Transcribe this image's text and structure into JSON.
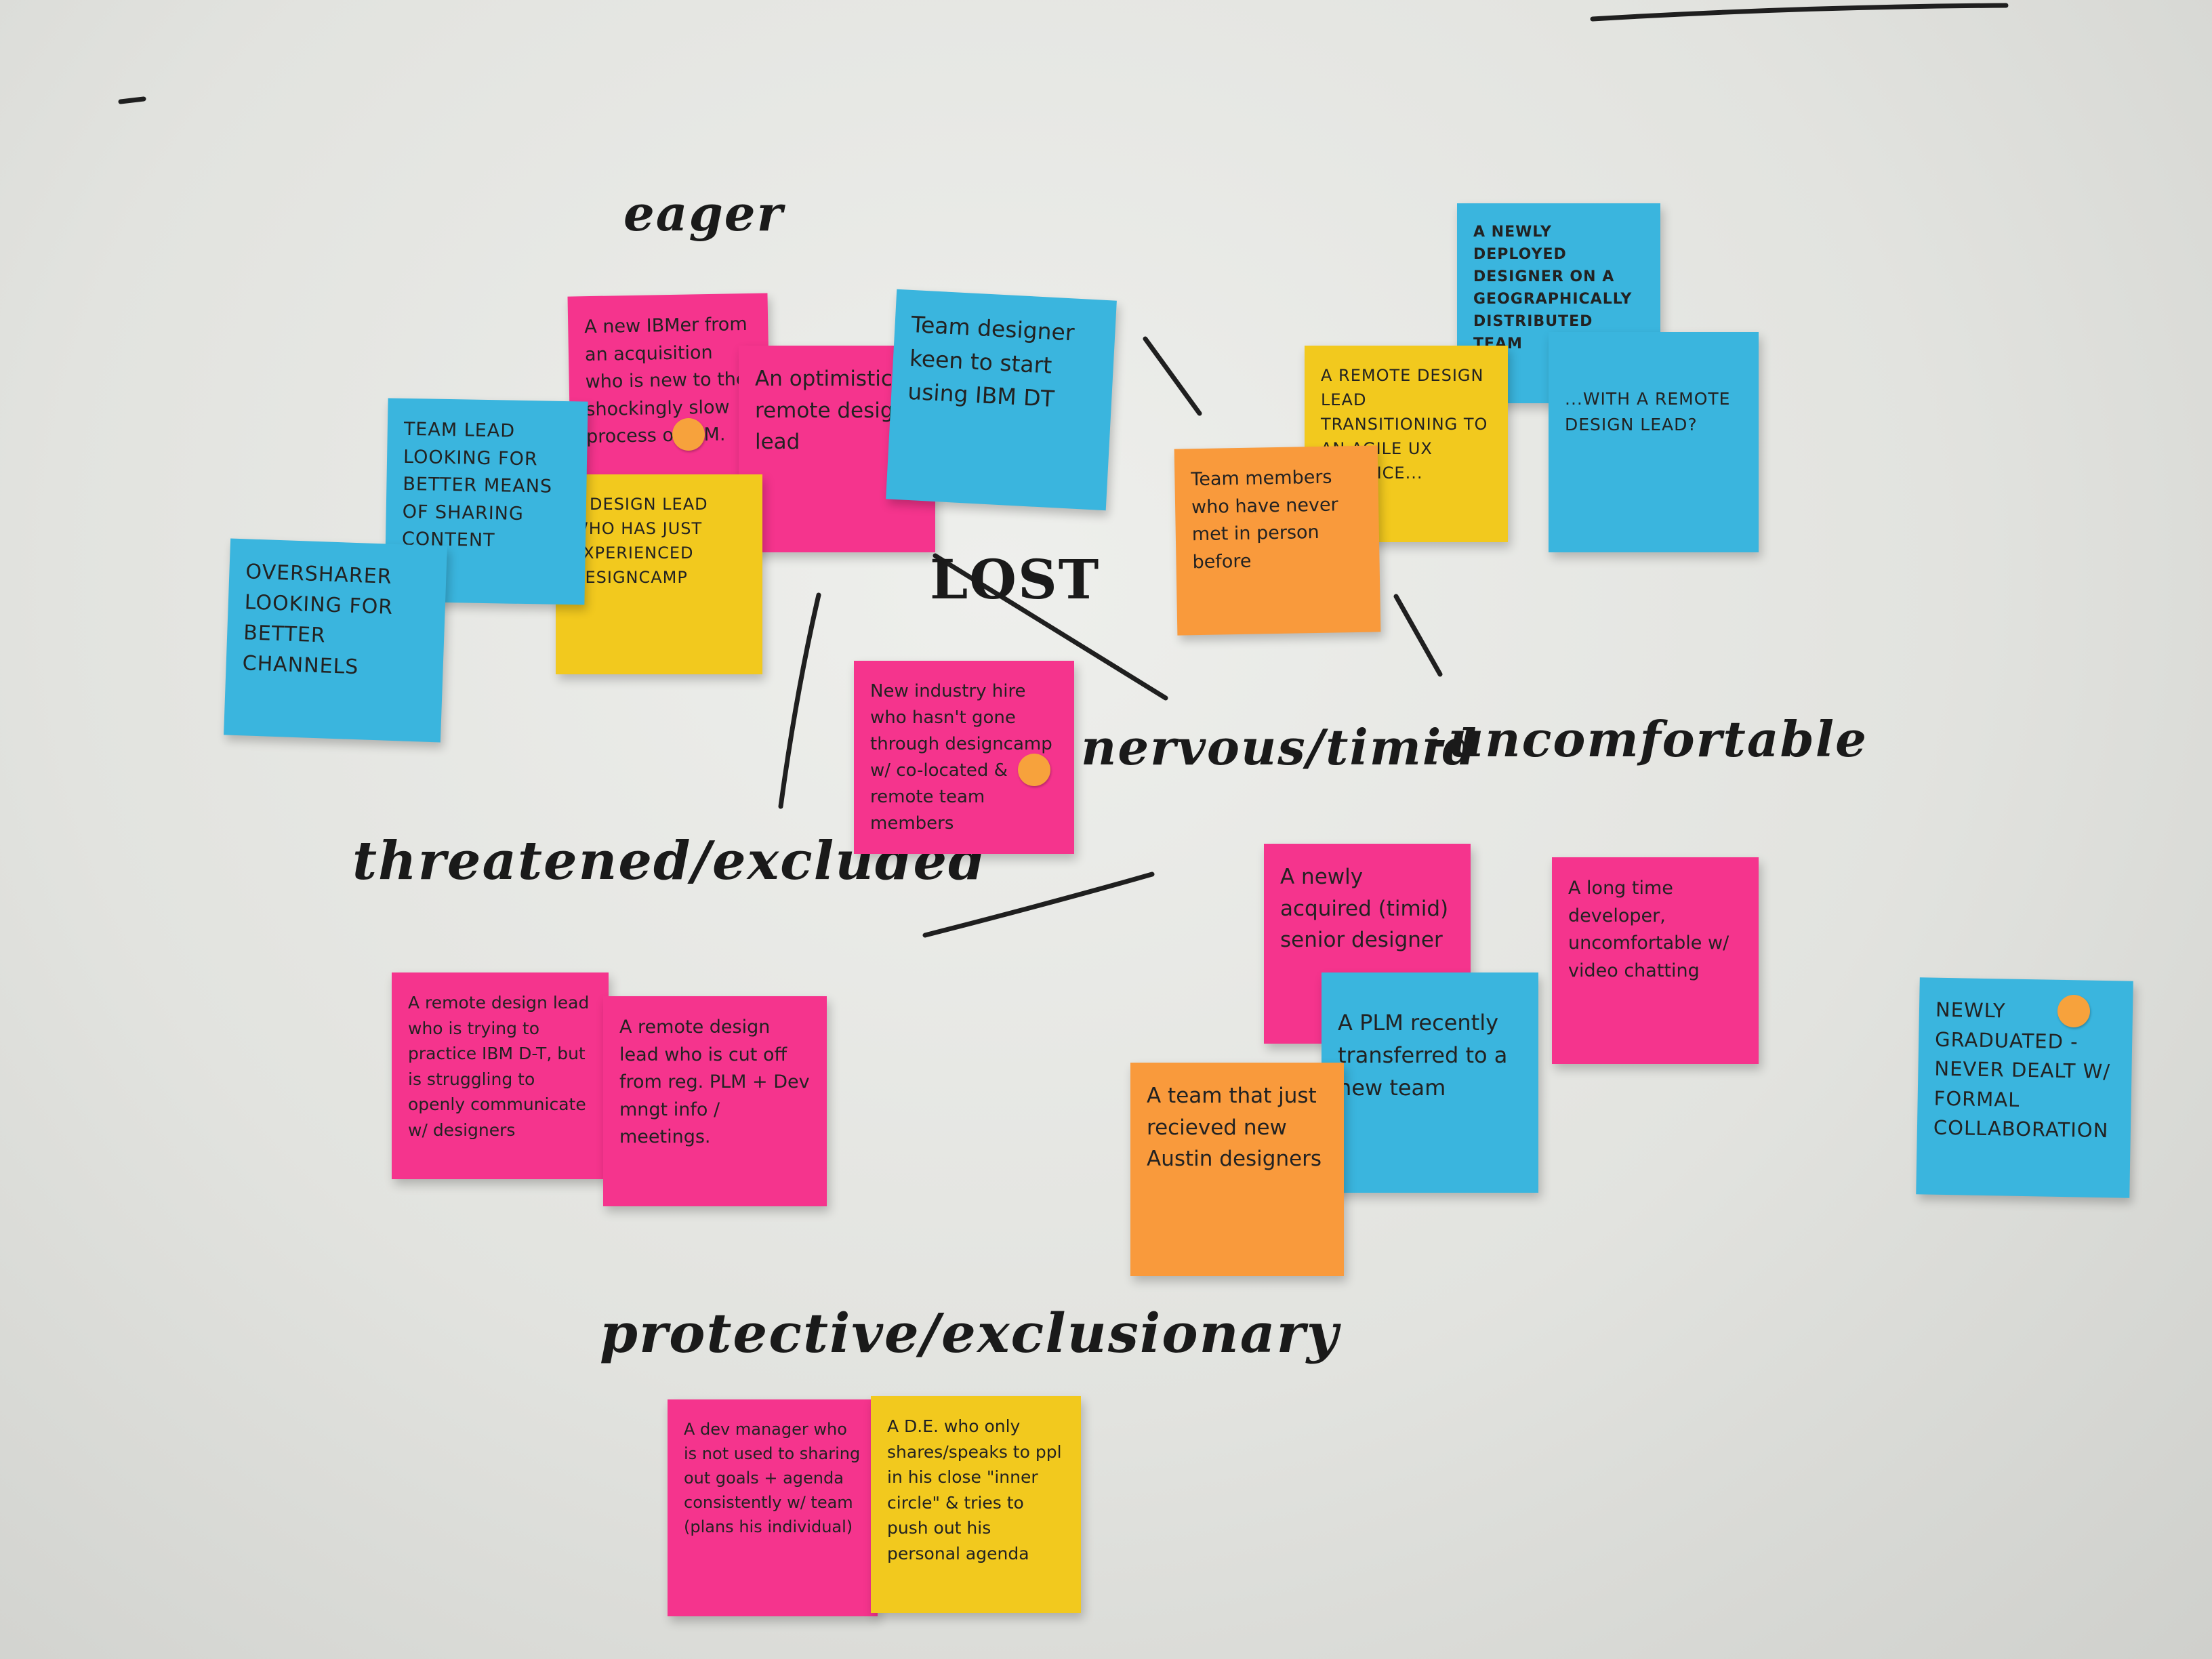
{
  "labels": {
    "eager": "eager",
    "lost": "LOST",
    "nervous_timid": "nervous/timid",
    "uncomfortable": "-uncomfortable",
    "threatened_excluded": "threatened/excluded",
    "protective_exclusionary": "protective/exclusionary"
  },
  "notes": [
    {
      "id": "n1",
      "color": "pink",
      "text": "A new IBMer from an acquisition who is new to the shockingly slow process of IBM."
    },
    {
      "id": "n2",
      "color": "pink",
      "text": "An optimistic remote design lead"
    },
    {
      "id": "n3",
      "color": "blue",
      "text": "Team designer keen to start using IBM DT"
    },
    {
      "id": "n4",
      "color": "blue",
      "text": "Team lead looking for better means of sharing content"
    },
    {
      "id": "n5",
      "color": "yellow",
      "text": "A design lead who has just experienced designcamp"
    },
    {
      "id": "n6",
      "color": "blue",
      "text": "Oversharer looking for better channels"
    },
    {
      "id": "n7",
      "color": "blue",
      "text": "A newly deployed designer on a geographically distributed team"
    },
    {
      "id": "n8",
      "color": "yellow",
      "text": "A remote design lead transitioning to an agile UX practice..."
    },
    {
      "id": "n9",
      "color": "orange",
      "text": "Team members who have never met in person before"
    },
    {
      "id": "n10",
      "color": "blue",
      "text": "...with a remote design lead?"
    },
    {
      "id": "n11",
      "color": "pink",
      "text": "New industry hire who hasn't gone through designcamp w/ co-located & remote team members"
    },
    {
      "id": "n12",
      "color": "pink",
      "text": "A newly acquired (timid) senior designer"
    },
    {
      "id": "n13",
      "color": "pink",
      "text": "A long time developer, uncomfortable w/ video chatting"
    },
    {
      "id": "n14",
      "color": "blue",
      "text": "A PLM recently transferred to a new team"
    },
    {
      "id": "n15",
      "color": "orange",
      "text": "A team that just recieved new Austin designers"
    },
    {
      "id": "n16",
      "color": "blue",
      "text": "Newly graduated - never dealt w/ formal collaboration"
    },
    {
      "id": "n17",
      "color": "pink",
      "text": "A remote design lead who is trying to practice IBM D-T, but is struggling to openly communicate w/ designers"
    },
    {
      "id": "n18",
      "color": "pink",
      "text": "A remote design lead who is cut off from reg. PLM + Dev mngt info / meetings."
    },
    {
      "id": "n19",
      "color": "pink",
      "text": "A dev manager who is not used to sharing out goals + agenda consistently w/ team (plans his individual)"
    },
    {
      "id": "n20",
      "color": "yellow",
      "text": "A D.E. who only shares/speaks to ppl in his close \"inner circle\" & tries to push out his personal agenda"
    }
  ]
}
